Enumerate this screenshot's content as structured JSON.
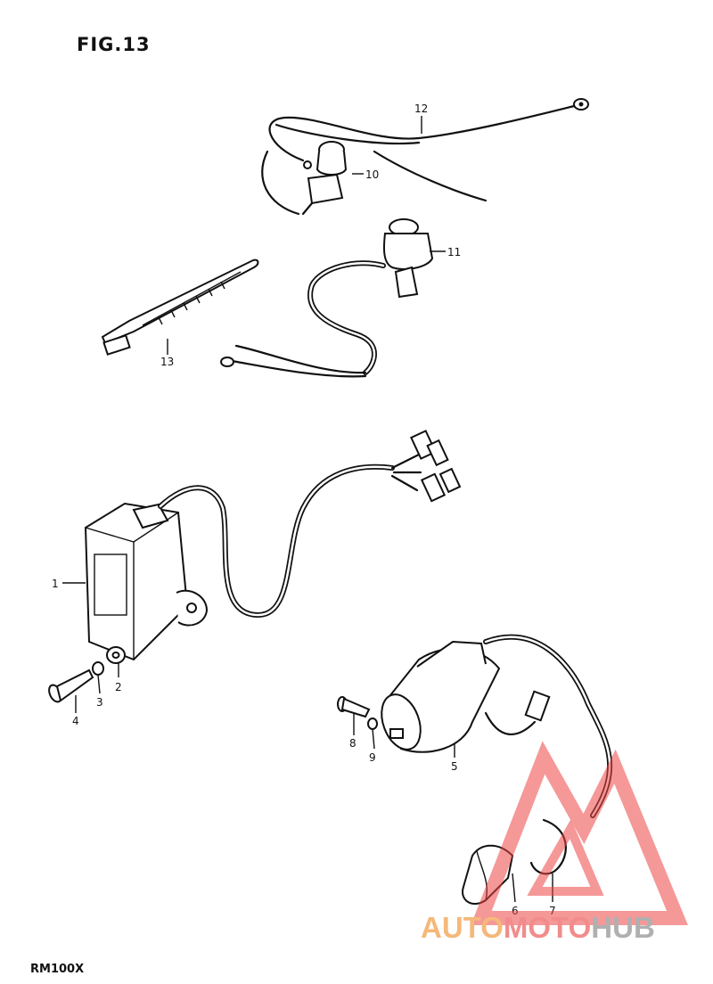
{
  "figure": {
    "title": "FIG.13",
    "model": "RM100X"
  },
  "callouts": {
    "p1": "1",
    "p2": "2",
    "p3": "3",
    "p4": "4",
    "p5": "5",
    "p6": "6",
    "p7": "7",
    "p8": "8",
    "p9": "9",
    "p10": "10",
    "p11": "11",
    "p12": "12",
    "p13": "13"
  },
  "watermark": {
    "part_a": "AUTO",
    "part_b": "MOTO",
    "part_c": "HUB",
    "color_a": "#f5b87a",
    "color_b": "#f28c8c",
    "color_c": "#b0b0b0"
  }
}
